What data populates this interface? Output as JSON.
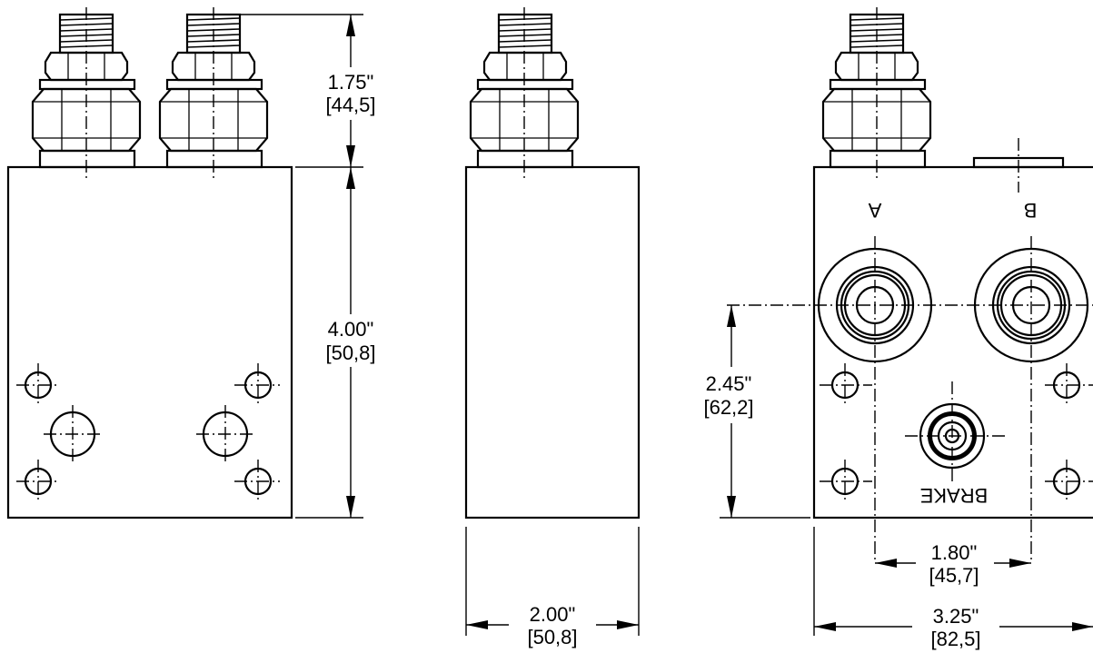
{
  "dimensions": {
    "fitting_height_in": "1.75\"",
    "fitting_height_mm": "[44,5]",
    "block_height_in": "4.00\"",
    "block_height_mm": "[50,8]",
    "block_depth_in": "2.00\"",
    "block_depth_mm": "[50,8]",
    "port_height_in": "2.45\"",
    "port_height_mm": "[62,2]",
    "port_spacing_in": "1.80\"",
    "port_spacing_mm": "[45,7]",
    "block_width_in": "3.25\"",
    "block_width_mm": "[82,5]"
  },
  "labels": {
    "port_a": "A",
    "port_b": "B",
    "brake": "BRAKE"
  }
}
